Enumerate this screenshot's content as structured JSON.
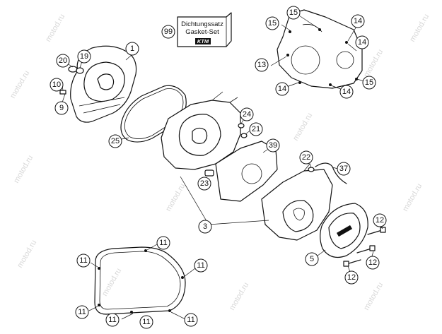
{
  "watermark": {
    "text": "motod.ru",
    "color": "#d8d8d8"
  },
  "gasket_set": {
    "callout": "99",
    "line1": "Dichtungssatz",
    "line2": "Gasket-Set",
    "logo": "KTM"
  },
  "callouts": {
    "c1": "1",
    "c20": "20",
    "c19": "19",
    "c10": "10",
    "c9": "9",
    "c25": "25",
    "c24": "24",
    "c21": "21",
    "c39": "39",
    "c23": "23",
    "c22": "22",
    "c37": "37",
    "c3": "3",
    "c5": "5",
    "c12a": "12",
    "c12b": "12",
    "c12c": "12",
    "c15a": "15",
    "c15b": "15",
    "c15c": "15",
    "c14a": "14",
    "c14b": "14",
    "c14c": "14",
    "c14d": "14",
    "c13": "13",
    "c11a": "11",
    "c11b": "11",
    "c11c": "11",
    "c11d": "11",
    "c11e": "11",
    "c11f": "11",
    "c11g": "11"
  },
  "colors": {
    "ink": "#111111",
    "background": "#ffffff"
  }
}
